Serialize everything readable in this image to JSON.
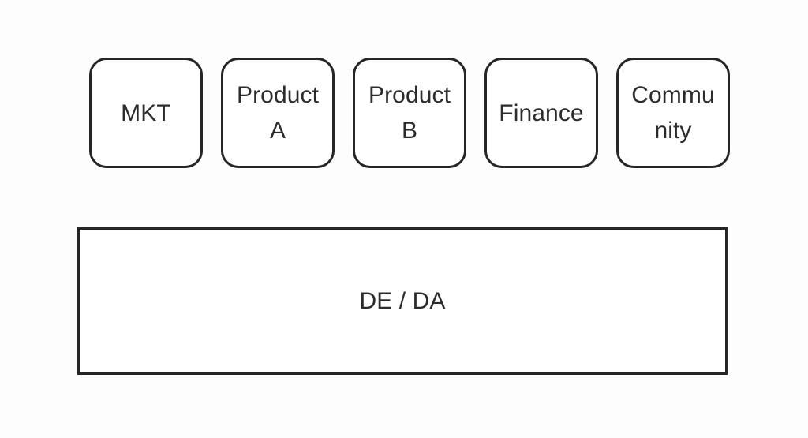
{
  "diagram": {
    "type": "org-structure-diagram",
    "background_color": "#fdfdfd",
    "stroke_color": "#262626",
    "text_color": "#2b2b2b",
    "team_boxes": [
      {
        "id": "mkt",
        "label": "MKT",
        "shape": "rounded-rectangle"
      },
      {
        "id": "product-a",
        "label": "Product\nA",
        "shape": "rounded-rectangle"
      },
      {
        "id": "product-b",
        "label": "Product\nB",
        "shape": "rounded-rectangle"
      },
      {
        "id": "finance",
        "label": "Finance",
        "shape": "rounded-rectangle"
      },
      {
        "id": "community",
        "label": "Commu\nnity",
        "shape": "rounded-rectangle"
      }
    ],
    "platform": {
      "id": "de-da",
      "label": "DE / DA",
      "shape": "rectangle"
    }
  }
}
